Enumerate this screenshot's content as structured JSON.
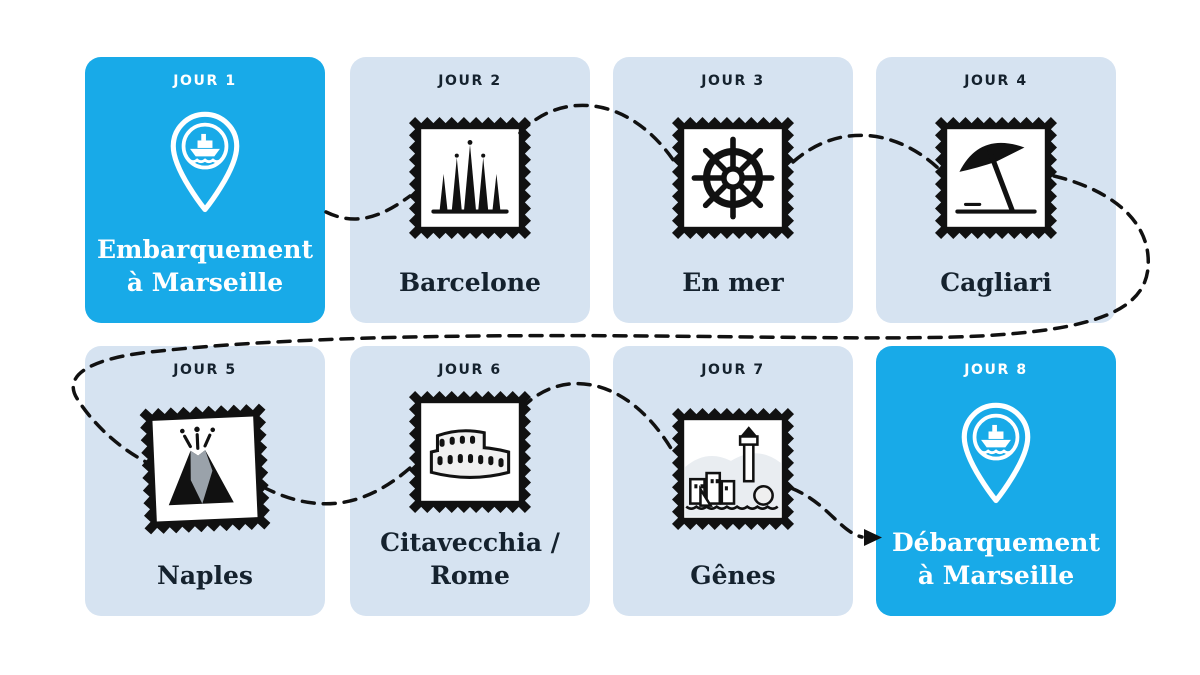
{
  "palette": {
    "accent_blue": "#18aae8",
    "light_blue": "#d6e3f1",
    "ink": "#15222e",
    "white": "#ffffff",
    "route_black": "#111111"
  },
  "cards": [
    {
      "day_label": "JOUR 1",
      "title": "Embarquement\nà Marseille",
      "variant": "accent",
      "icon": "ship-location-pin-icon"
    },
    {
      "day_label": "JOUR 2",
      "title": "Barcelone",
      "variant": "light",
      "icon": "sagrada-familia-stamp-icon"
    },
    {
      "day_label": "JOUR 3",
      "title": "En mer",
      "variant": "light",
      "icon": "ship-wheel-stamp-icon"
    },
    {
      "day_label": "JOUR 4",
      "title": "Cagliari",
      "variant": "light",
      "icon": "beach-umbrella-stamp-icon"
    },
    {
      "day_label": "JOUR 5",
      "title": "Naples",
      "variant": "light",
      "icon": "volcano-stamp-icon"
    },
    {
      "day_label": "JOUR 6",
      "title": "Citavecchia /\nRome",
      "variant": "light",
      "icon": "colosseum-stamp-icon"
    },
    {
      "day_label": "JOUR 7",
      "title": "Gênes",
      "variant": "light",
      "icon": "harbor-town-stamp-icon"
    },
    {
      "day_label": "JOUR 8",
      "title": "Débarquement\nà Marseille",
      "variant": "accent",
      "icon": "ship-location-pin-icon"
    }
  ]
}
